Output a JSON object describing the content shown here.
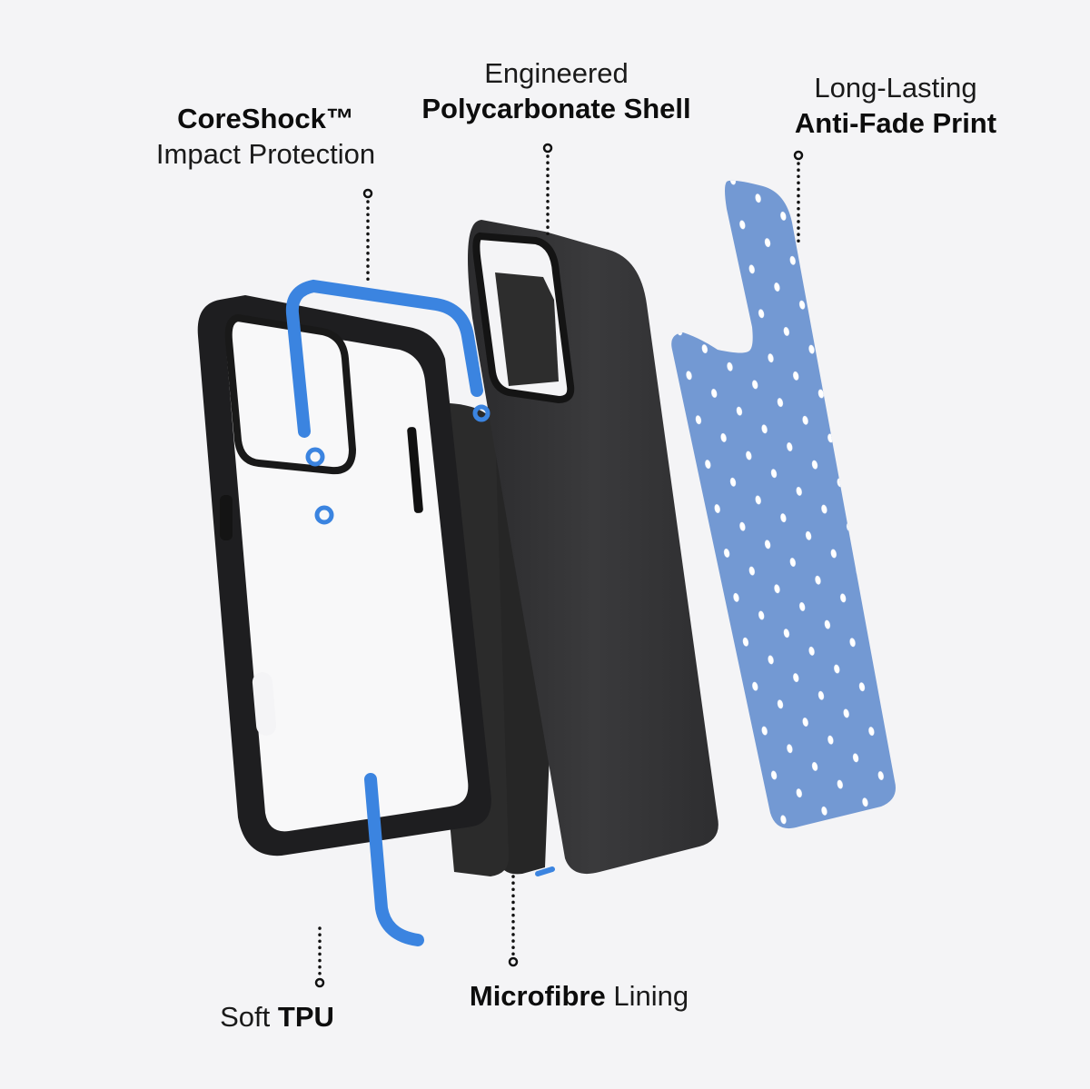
{
  "callouts": {
    "coreshock": {
      "bold": "CoreShock™",
      "light": "Impact Protection"
    },
    "shell": {
      "light": "Engineered",
      "bold": "Polycarbonate Shell"
    },
    "print": {
      "light": "Long-Lasting",
      "bold": "Anti-Fade Print"
    },
    "tpu": {
      "light": "Soft",
      "bold": "TPU"
    },
    "lining": {
      "bold": "Microfibre",
      "light": "Lining"
    }
  },
  "colors": {
    "background": "#f4f4f6",
    "bumper": "#1e1e20",
    "shell": "#333335",
    "lining": "#2a2a2a",
    "coreshock_blue": "#3b84e0",
    "print_blue": "#7399d3",
    "dots": "#ffffff"
  }
}
